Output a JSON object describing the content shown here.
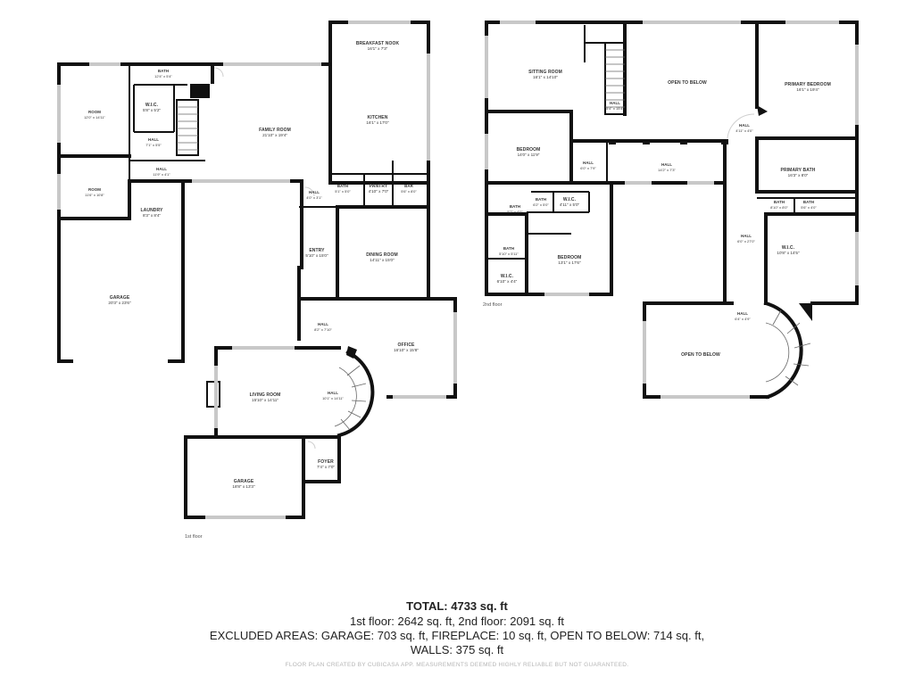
{
  "floors": [
    {
      "label": "1st floor",
      "rooms": [
        {
          "name": "BATH",
          "dims": "12'4\" x 5'4\""
        },
        {
          "name": "ROOM",
          "dims": "12'0\" x 14'11\""
        },
        {
          "name": "W.I.C.",
          "dims": "5'8\" x 5'2\""
        },
        {
          "name": "HALL",
          "dims": "7'1\" x 5'5\""
        },
        {
          "name": "FAMILY ROOM",
          "dims": "21'10\" x 19'4\""
        },
        {
          "name": "BREAKFAST NOOK",
          "dims": "16'1\" x 7'3\""
        },
        {
          "name": "KITCHEN",
          "dims": "16'1\" x 17'0\""
        },
        {
          "name": "HALL",
          "dims": "11'9\" x 4'1\""
        },
        {
          "name": "ROOM",
          "dims": "11'6\" x 10'8\""
        },
        {
          "name": "BATH",
          "dims": "5'1\" x 5'0\""
        },
        {
          "name": "PANTRY",
          "dims": "4'10\" x 7'0\""
        },
        {
          "name": "BAR",
          "dims": "5'6\" x 8'0\""
        },
        {
          "name": "HALL",
          "dims": "4'0\" x 3'1\""
        },
        {
          "name": "LAUNDRY",
          "dims": "8'3\" x 8'4\""
        },
        {
          "name": "GARAGE",
          "dims": "20'3\" x 23'6\""
        },
        {
          "name": "ENTRY",
          "dims": "5'10\" x 15'0\""
        },
        {
          "name": "DINING ROOM",
          "dims": "14'11\" x 15'0\""
        },
        {
          "name": "HALL",
          "dims": "8'2\" x 7'10\""
        },
        {
          "name": "OFFICE",
          "dims": "16'10\" x 15'8\""
        },
        {
          "name": "LIVING ROOM",
          "dims": "15'10\" x 14'11\""
        },
        {
          "name": "HALL",
          "dims": "10'1\" x 14'11\""
        },
        {
          "name": "FOYER",
          "dims": "7'4\" x 7'0\""
        },
        {
          "name": "GARAGE",
          "dims": "18'8\" x 13'3\""
        }
      ]
    },
    {
      "label": "2nd floor",
      "rooms": [
        {
          "name": "SITTING ROOM",
          "dims": "16'1\" x 14'10\""
        },
        {
          "name": "OPEN TO BELOW",
          "dims": ""
        },
        {
          "name": "PRIMARY BEDROOM",
          "dims": "16'1\" x 19'4\""
        },
        {
          "name": "HALL",
          "dims": "5'4\" x 15'4\""
        },
        {
          "name": "BEDROOM",
          "dims": "14'0\" x 11'9\""
        },
        {
          "name": "HALL",
          "dims": "6'0\" x 7'9\""
        },
        {
          "name": "HALL",
          "dims": "14'2\" x 7'3\""
        },
        {
          "name": "HALL",
          "dims": "4'11\" x 4'0\""
        },
        {
          "name": "PRIMARY BATH",
          "dims": "16'3\" x 8'0\""
        },
        {
          "name": "BATH",
          "dims": "6'2\" x 5'0\""
        },
        {
          "name": "W.I.C.",
          "dims": "4'11\" x 5'0\""
        },
        {
          "name": "BATH",
          "dims": "8'10\" x 8'0\""
        },
        {
          "name": "BATH",
          "dims": "5'6\" x 4'0\""
        },
        {
          "name": "BATH",
          "dims": "5'2\" x 4'0\""
        },
        {
          "name": "HALL",
          "dims": "6'0\" x 27'0\""
        },
        {
          "name": "BATH",
          "dims": "5'10\" x 5'11\""
        },
        {
          "name": "BEDROOM",
          "dims": "13'1\" x 17'6\""
        },
        {
          "name": "W.I.C.",
          "dims": "10'8\" x 14'5\""
        },
        {
          "name": "W.I.C.",
          "dims": "6'10\" x 4'4\""
        },
        {
          "name": "HALL",
          "dims": "6'4\" x 4'9\""
        },
        {
          "name": "OPEN TO BELOW",
          "dims": ""
        }
      ]
    }
  ],
  "summary": {
    "total": "TOTAL: 4733 sq. ft",
    "line1": "1st floor: 2642 sq. ft, 2nd floor: 2091 sq. ft",
    "line2": "EXCLUDED AREAS: GARAGE: 703 sq. ft, FIREPLACE: 10 sq. ft, OPEN TO BELOW: 714 sq. ft,",
    "line3": "WALLS: 375 sq. ft"
  },
  "credit": "FLOOR PLAN CREATED BY CUBICASA APP. MEASUREMENTS DEEMED HIGHLY RELIABLE BUT NOT GUARANTEED.",
  "colors": {
    "wall": "#111111",
    "window": "#c8c8c8",
    "text": "#333333"
  }
}
